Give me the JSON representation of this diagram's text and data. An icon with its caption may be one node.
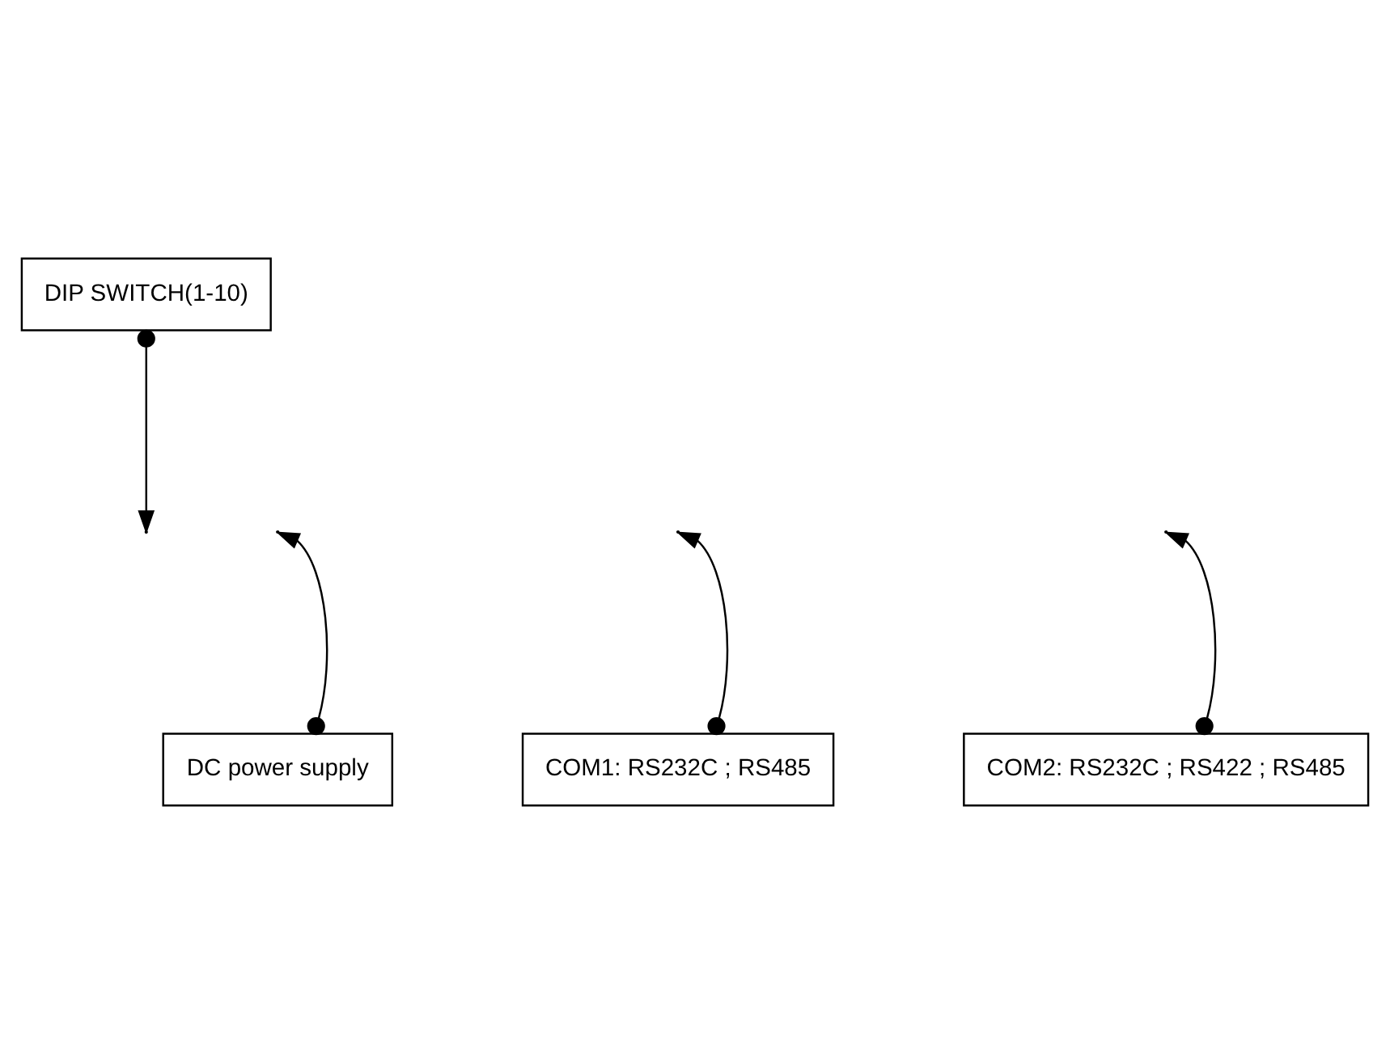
{
  "diagram": {
    "nodes": [
      {
        "text": [
          "DIP SWITCH(1-10)"
        ]
      },
      {
        "text": [
          "DC power supply"
        ]
      },
      {
        "text": [
          "COM1: RS232C ; RS485"
        ]
      },
      {
        "text": [
          "COM2: RS232C ; RS422 ; RS485"
        ]
      }
    ],
    "edges": [
      {
        "from": 0,
        "to": null,
        "arrow": "to"
      },
      {
        "from": 1,
        "to": null,
        "arrow": "to"
      },
      {
        "from": 2,
        "to": null,
        "arrow": "to"
      },
      {
        "from": 3,
        "to": null,
        "arrow": "to"
      }
    ]
  }
}
